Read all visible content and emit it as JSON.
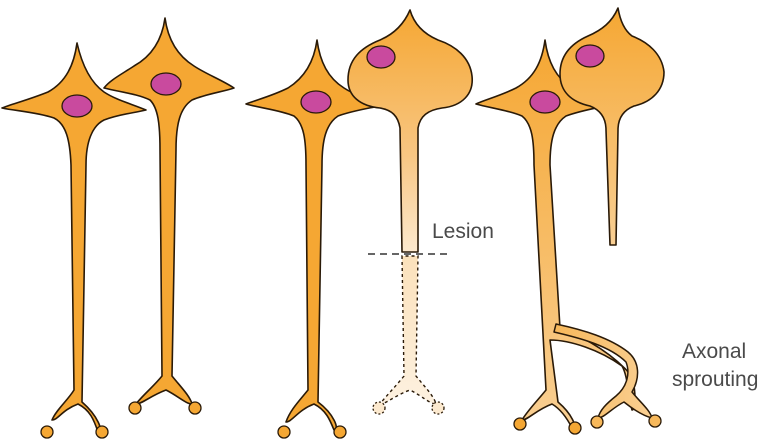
{
  "labels": {
    "lesion": "Lesion",
    "sprouting_line1": "Axonal",
    "sprouting_line2": "sprouting"
  },
  "colors": {
    "neuron_fill": "#F5A733",
    "neuron_stroke": "#2a1a08",
    "nucleus_fill": "#C94A9E",
    "degenerating_fill": "#FCE9CE",
    "background": "#FFFFFF"
  }
}
